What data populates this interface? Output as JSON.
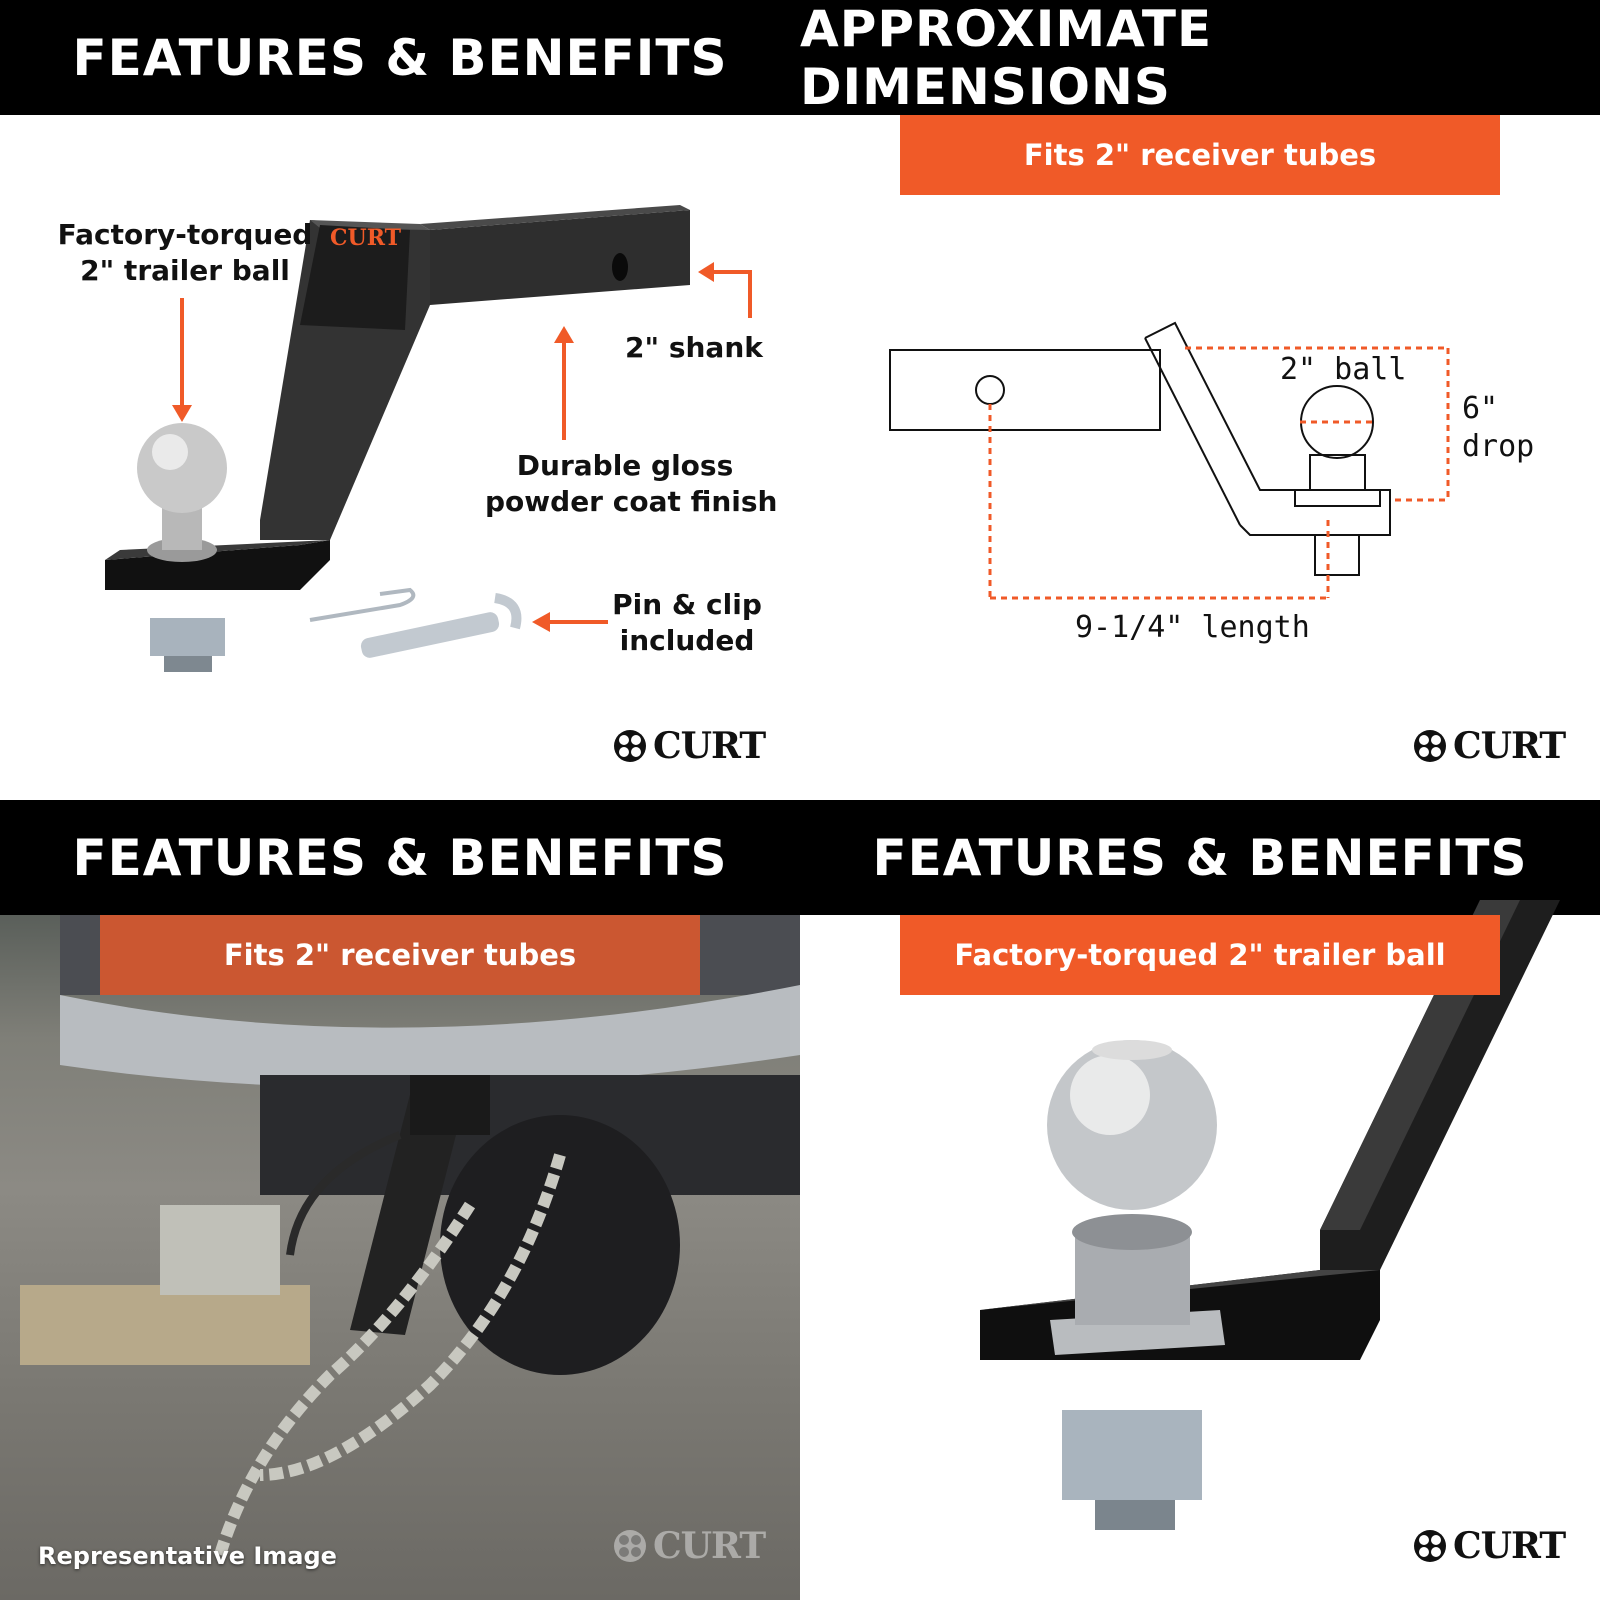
{
  "panels": {
    "top_left": {
      "header": "FEATURES & BENEFITS",
      "callout_ball": [
        "Factory-torqued",
        "2\" trailer ball"
      ],
      "callout_shank": "2\" shank",
      "callout_finish": [
        "Durable gloss",
        "powder coat finish"
      ],
      "callout_pin": [
        "Pin & clip",
        "included"
      ],
      "product_label": "CURT",
      "logo": "CURT"
    },
    "top_right": {
      "header": "APPROXIMATE DIMENSIONS",
      "banner": "Fits 2\" receiver tubes",
      "ball_label": "2\" ball",
      "drop_label": [
        "6\"",
        "drop"
      ],
      "length_label": "9-1/4\" length",
      "logo": "CURT"
    },
    "bottom_left": {
      "header": "FEATURES & BENEFITS",
      "banner": "Fits 2\" receiver tubes",
      "caption": "Representative Image",
      "logo": "CURT"
    },
    "bottom_right": {
      "header": "FEATURES & BENEFITS",
      "banner": "Factory-torqued 2\" trailer ball",
      "logo": "CURT"
    }
  },
  "colors": {
    "accent": "#f05a28",
    "header_bg": "#000000",
    "metal_dark": "#2a2a2a",
    "chrome": "#c9c9c9"
  }
}
